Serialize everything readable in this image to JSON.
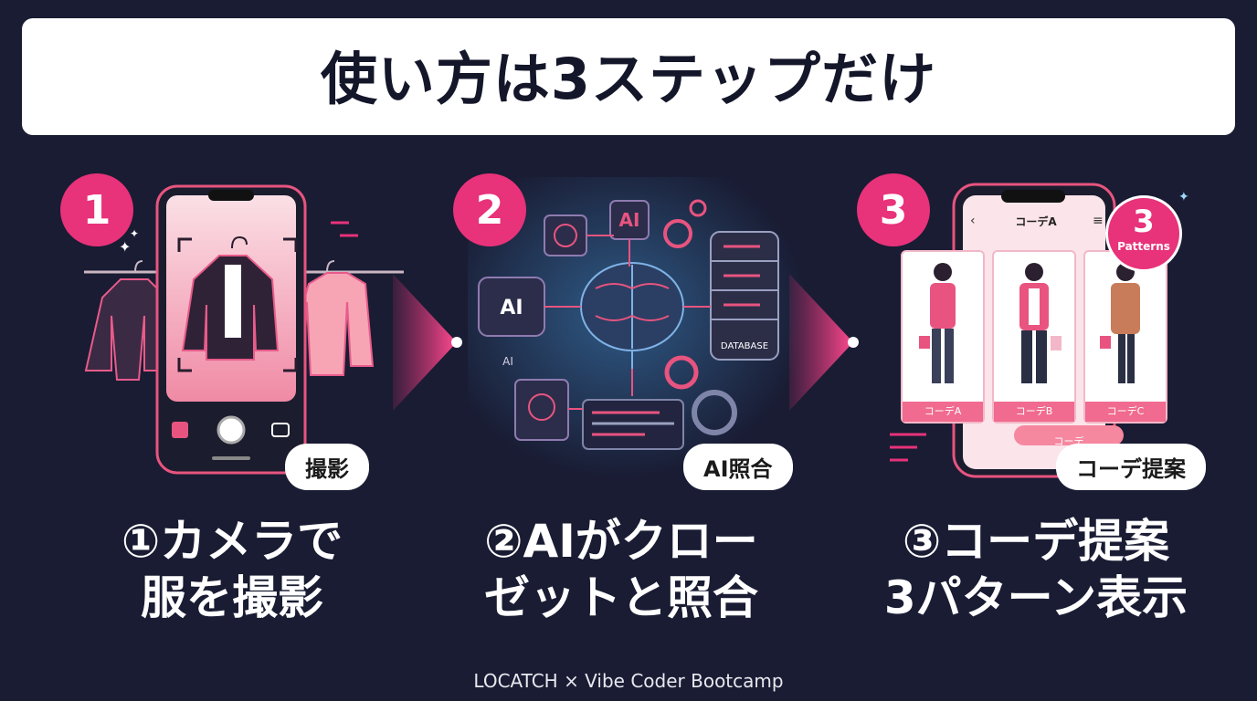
{
  "header": {
    "title_pre": "使い方は",
    "title_highlight": "3ステップ",
    "title_post": "だけ"
  },
  "steps": [
    {
      "number": "1",
      "pill": "撮影",
      "caption_line1": "①カメラで",
      "caption_line2": "服を撮影"
    },
    {
      "number": "2",
      "pill": "AI照合",
      "caption_line1": "②AIがクロー",
      "caption_line2": "ゼットと照合",
      "illustration": {
        "ai_badge_top": "AI",
        "ai_badge_left": "AI",
        "ai_small": "AI",
        "database_label": "DATABASE"
      }
    },
    {
      "number": "3",
      "pill": "コーデ提案",
      "caption_line1": "③コーデ提案",
      "caption_line2": "3パターン表示",
      "phone": {
        "header_title": "コーデA",
        "cards": [
          "コーデA",
          "コーデB",
          "コーデC"
        ],
        "bottom_button": "コーデ",
        "patterns_number": "3",
        "patterns_label": "Patterns"
      }
    }
  ],
  "footer": {
    "text": "LOCATCH × Vibe Coder Bootcamp"
  },
  "colors": {
    "accent": "#e8327a",
    "background": "#191c33",
    "pink_light": "#f7b8c8"
  }
}
